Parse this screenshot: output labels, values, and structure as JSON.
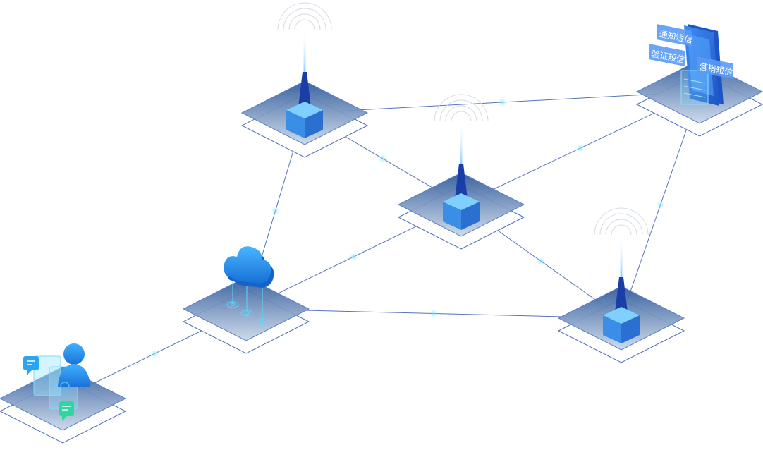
{
  "nodes": [
    {
      "id": "user",
      "kind": "user"
    },
    {
      "id": "cloud",
      "kind": "cloud"
    },
    {
      "id": "tower-top",
      "kind": "tower"
    },
    {
      "id": "tower-center",
      "kind": "tower"
    },
    {
      "id": "tower-right",
      "kind": "tower"
    },
    {
      "id": "sms-hub",
      "kind": "phone"
    }
  ],
  "sms_tags": {
    "notify": "通知短信",
    "verify": "验证短信",
    "marketing": "营销短信"
  },
  "colors": {
    "line": "#3a5bb0",
    "dot": "#7fe3ff",
    "platform_top": "#2f5a9a",
    "platform_bottom": "#b9cadf",
    "tower": "#1a3ea8",
    "cube_front": "#3b8ee6",
    "cube_side": "#2b6fd0",
    "cube_top": "#7fd0ff",
    "cloud": "#1e8ae0",
    "tag_bg": "#5a9af5"
  },
  "icons": [
    "person-icon",
    "chat-bubble-icon",
    "cloud-icon",
    "antenna-icon",
    "signal-wave-icon",
    "phone-icon"
  ]
}
